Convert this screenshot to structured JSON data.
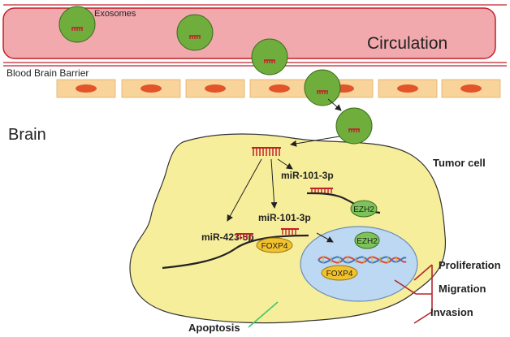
{
  "labels": {
    "exosomes": "Exosomes",
    "circulation": "Circulation",
    "bbb": "Blood Brain Barrier",
    "brain": "Brain",
    "tumor_cell": "Tumor cell",
    "mir_101_top": "miR-101-3p",
    "mir_423": "miR-423-5p",
    "mir_101_mid": "miR-101-3p",
    "ezh2_cyto": "EZH2",
    "ezh2_nuc": "EZH2",
    "foxp4_cyto": "FOXP4",
    "foxp4_nuc": "FOXP4",
    "proliferation": "Proliferation",
    "migration": "Migration",
    "invasion": "Invasion",
    "apoptosis": "Apoptosis"
  },
  "colors": {
    "vessel_fill": "#f2a9ae",
    "vessel_stroke": "#c0202a",
    "exosome_fill": "#6fae3c",
    "exosome_stroke": "#3c6d1e",
    "cell_fill": "#f7ee9c",
    "nucleus_fill": "#bcd8f2",
    "endothelial_fill": "#f8d39a",
    "endothelial_nucleus": "#e2542a",
    "mirna": "#c0202a",
    "foxp4_fill": "#f2c12e",
    "ezh2_fill": "#7dc35a",
    "inhibit": "#b3262e",
    "apoptosis_line": "#3cc86e"
  }
}
